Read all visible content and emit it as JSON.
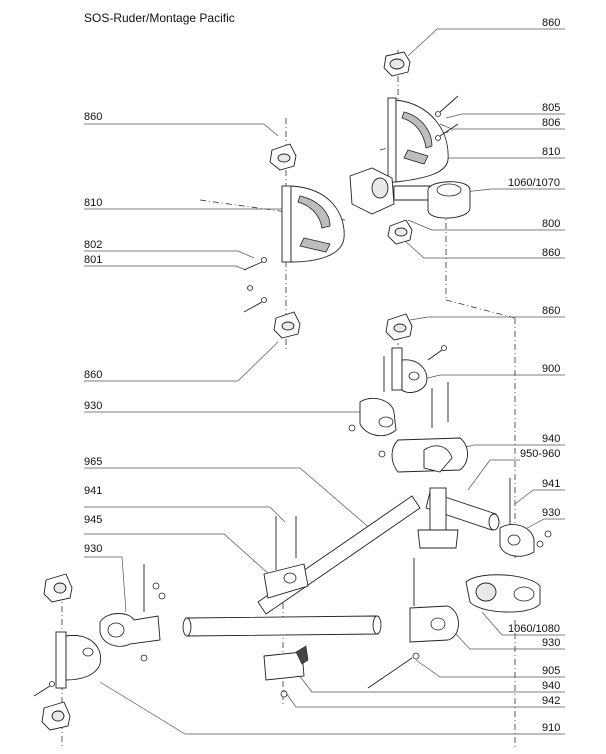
{
  "title": "SOS-Ruder/Montage Pacific",
  "labels": {
    "l860a": "860",
    "l805": "805",
    "l806": "806",
    "l810a": "810",
    "l1060": "1060/1070",
    "l800": "800",
    "l860b": "860",
    "l860c": "860",
    "l810b": "810",
    "l802": "802",
    "l801": "801",
    "l860d": "860",
    "l860e": "860",
    "l900": "900",
    "l930a": "930",
    "l940a": "940",
    "l965": "965",
    "l950": "950-960",
    "l941a": "941",
    "l941b": "941",
    "l945": "945",
    "l930b": "930",
    "l930c": "930",
    "l1080": "1060/1080",
    "l930d": "930",
    "l905": "905",
    "l940b": "940",
    "l942": "942",
    "l910": "910"
  }
}
